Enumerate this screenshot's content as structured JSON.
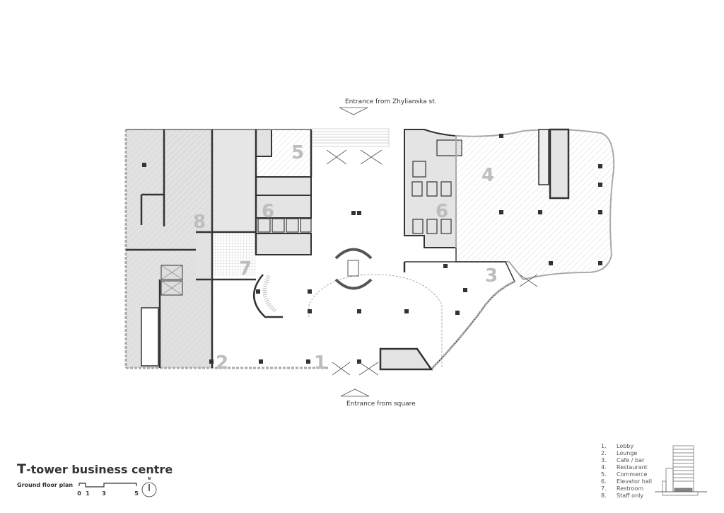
{
  "title": {
    "prefix": "T",
    "rest": "-tower business centre"
  },
  "subtitle": "Ground floor plan",
  "scale": {
    "ticks": [
      "0",
      "1",
      "3",
      "5"
    ]
  },
  "north": "N",
  "entrances": {
    "top": "Entrance from Zhylianska st.",
    "bottom": "Entrance from square"
  },
  "rooms": [
    {
      "num": "1",
      "name": "Lobby"
    },
    {
      "num": "2",
      "name": "Lounge"
    },
    {
      "num": "3",
      "name": "Cafe / bar"
    },
    {
      "num": "4",
      "name": "Restaurant"
    },
    {
      "num": "5",
      "name": "Commerce"
    },
    {
      "num": "6",
      "name": "Elevator hall"
    },
    {
      "num": "7",
      "name": "Restroom"
    },
    {
      "num": "8",
      "name": "Staff only"
    }
  ],
  "legend_nums": [
    "1.",
    "2.",
    "3.",
    "4.",
    "5.",
    "6.",
    "7.",
    "8."
  ],
  "colors": {
    "wall": "#333333",
    "fill": "#e4e4e4",
    "label": "#bdbdbd"
  }
}
